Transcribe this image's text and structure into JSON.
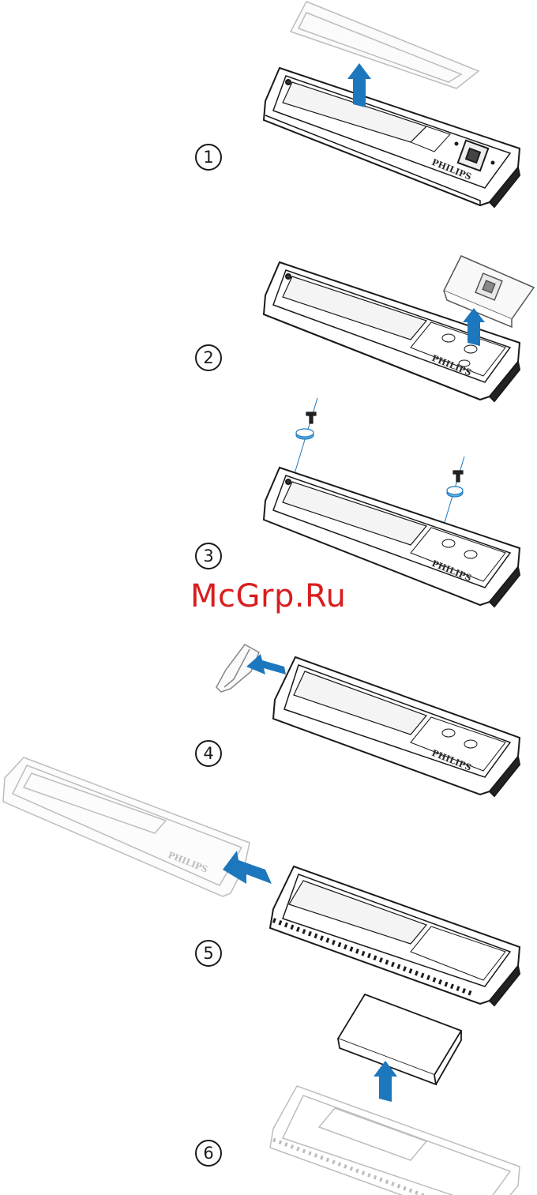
{
  "watermark": {
    "text": "McGrp.Ru"
  },
  "brand": {
    "text": "PHILIPS"
  },
  "steps": [
    {
      "number": "1"
    },
    {
      "number": "2"
    },
    {
      "number": "3"
    },
    {
      "number": "4"
    },
    {
      "number": "5"
    },
    {
      "number": "6"
    }
  ],
  "colors": {
    "arrow": "#1d77bd",
    "outline": "#1a1a1a",
    "ghost": "#bdbdbd",
    "watermark": "#d81e1e"
  }
}
